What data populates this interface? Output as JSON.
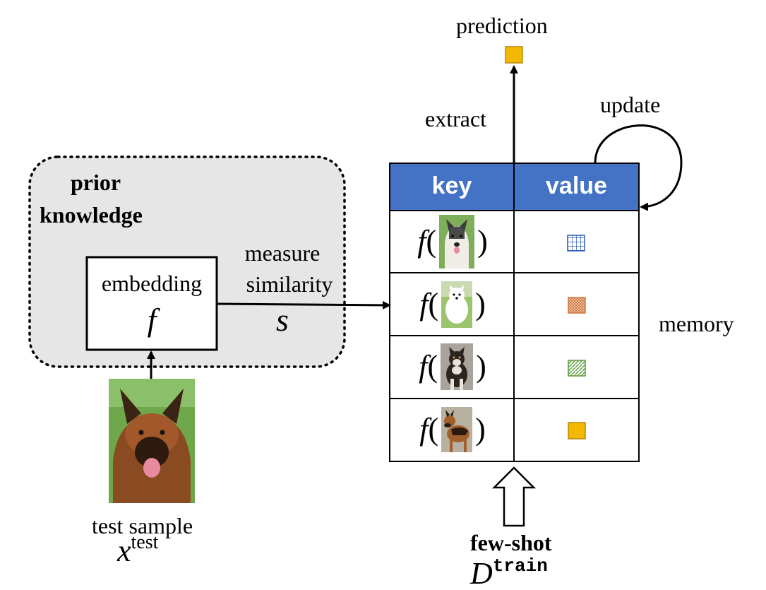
{
  "labels": {
    "prediction": "prediction",
    "extract": "extract",
    "update": "update",
    "prior_line1": "prior",
    "prior_line2": "knowledge",
    "embedding": "embedding",
    "embedding_symbol": "f",
    "measure_line1": "measure",
    "measure_line2": "similarity",
    "similarity_symbol": "s",
    "memory": "memory",
    "test_sample": "test sample",
    "x_symbol": "x",
    "x_superscript": "test",
    "few_shot": "few-shot",
    "d_symbol": "D",
    "d_superscript": "train"
  },
  "table": {
    "headers": [
      "key",
      "value"
    ],
    "rows": [
      {
        "key_func": "f",
        "open": "(",
        "close": ")",
        "dog": "malamute-puppy",
        "value": "blue-grid-square"
      },
      {
        "key_func": "f",
        "open": "(",
        "close": ")",
        "dog": "white-samoyed",
        "value": "orange-crosshatch-square"
      },
      {
        "key_func": "f",
        "open": "(",
        "close": ")",
        "dog": "black-tan-shiba",
        "value": "green-diagonal-square"
      },
      {
        "key_func": "f",
        "open": "(",
        "close": ")",
        "dog": "german-shepherd",
        "value": "yellow-solid-square"
      }
    ]
  },
  "colors": {
    "header_fill": "#4472c4",
    "prior_box_fill": "#e6e6e6",
    "prediction_square": "#f5b800",
    "value_blue": "#2f5cb8",
    "value_orange": "#d0743c",
    "value_green": "#5a9a3a",
    "value_yellow": "#f5b800"
  }
}
